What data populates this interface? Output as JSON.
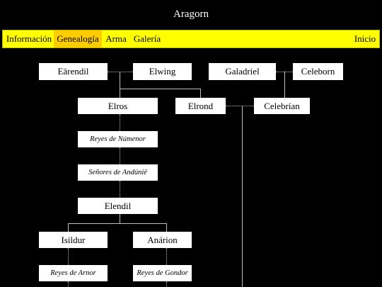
{
  "page": {
    "title": "Aragorn"
  },
  "nav": {
    "items": [
      {
        "id": "informacion",
        "label": "Información"
      },
      {
        "id": "genealogia",
        "label": "Genealogía"
      },
      {
        "id": "arma",
        "label": "Arma"
      },
      {
        "id": "galeria",
        "label": "Galería"
      },
      {
        "id": "inicio",
        "label": "Inicio"
      }
    ],
    "active": "Genealogía",
    "colors": {
      "bar": "#ffff00",
      "active": "#ffcc00"
    }
  },
  "tree": {
    "earendil": "Eärendil",
    "elwing": "Elwing",
    "galadriel": "Galadriel",
    "celeborn": "Celeborn",
    "elros": "Elros",
    "elrond": "Elrond",
    "celebrian": "Celebrían",
    "reyes_numenor": "Reyes de Númenor",
    "senores_andunie": "Señores de Andúnië",
    "elendil": "Elendil",
    "isildur": "Isildur",
    "anarion": "Anárion",
    "reyes_arnor": "Reyes de Arnor",
    "reyes_gondor": "Reyes de Gondor"
  }
}
